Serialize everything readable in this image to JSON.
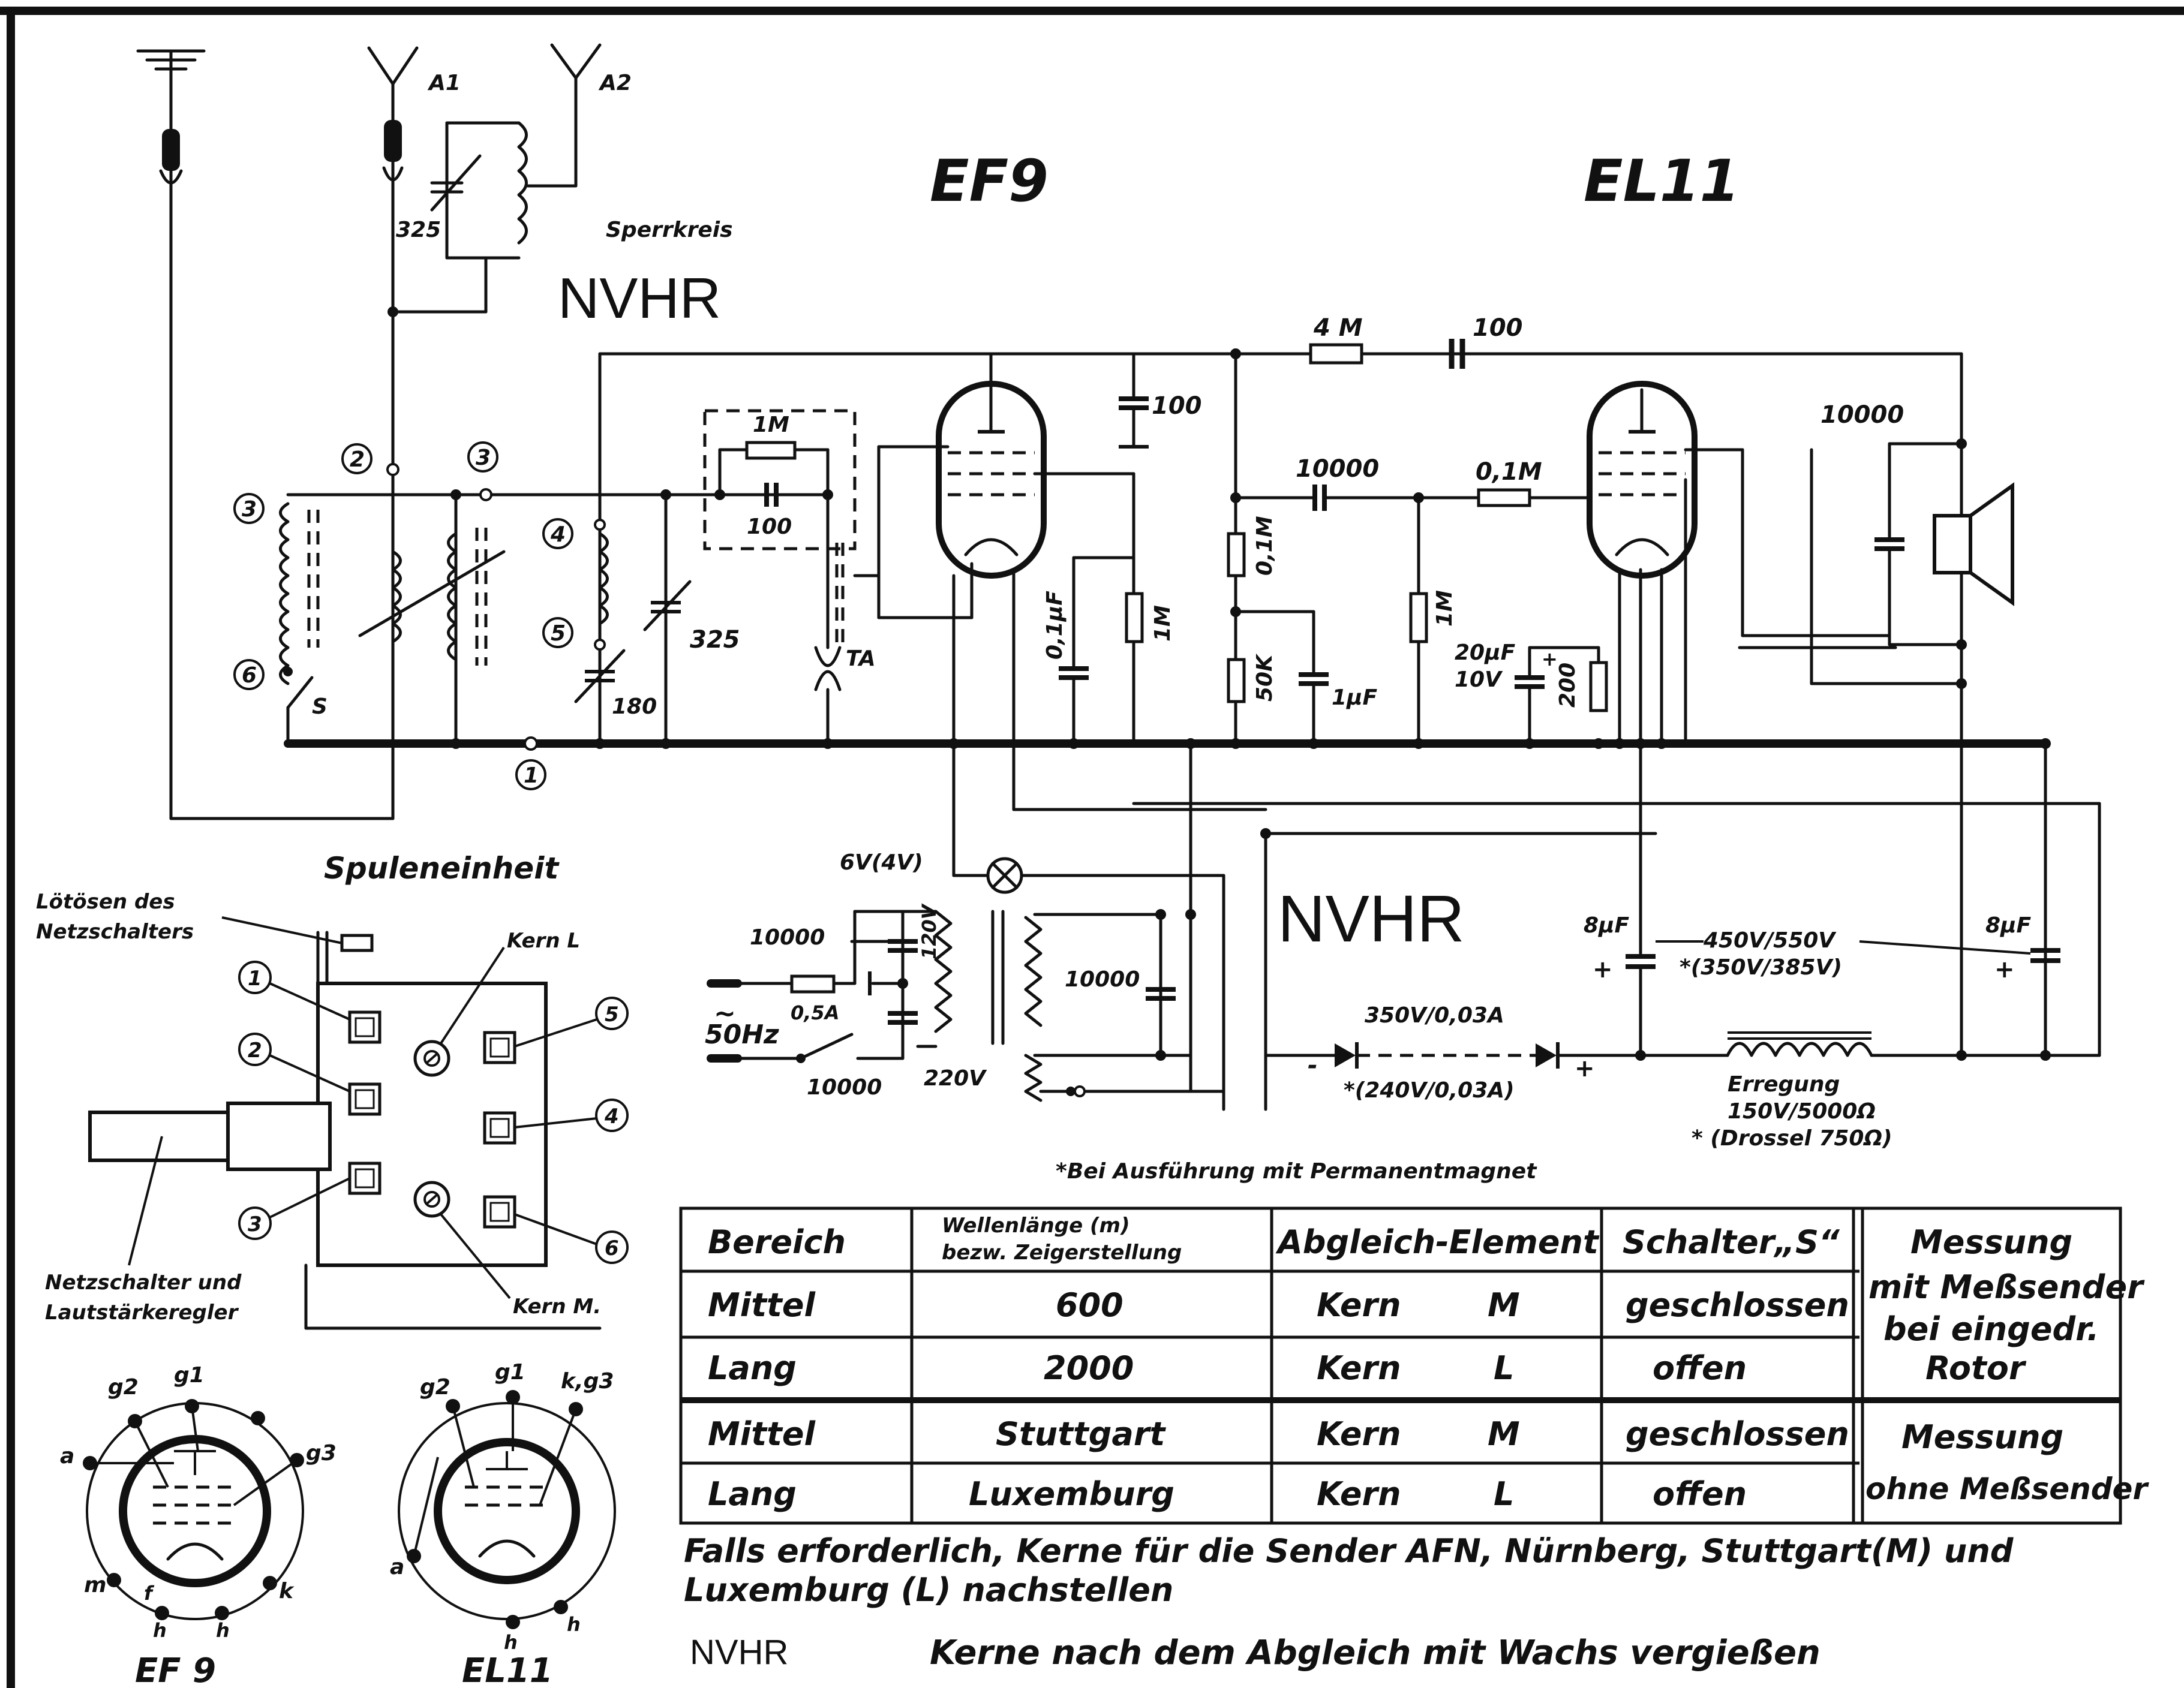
{
  "tubes": {
    "tube1_name": "EF9",
    "tube2_name": "EL11"
  },
  "watermarks": {
    "top": "NVHR",
    "middle": "NVHR"
  },
  "antenna": {
    "a1": "A1",
    "a2": "A2",
    "sperrkreis": "Sperrkreis",
    "cap325": "325"
  },
  "components": {
    "r_4m": "4 M",
    "c_100_top": "100",
    "c_100_ef9": "100",
    "c_10000_coupling": "10000",
    "r_01m_grid": "0,1M",
    "c_10000_speaker": "10000",
    "r_1m_grid": "1M",
    "c_100_grid": "100",
    "c_325_tuning": "325",
    "c_180_trimmer": "180",
    "ta": "TA",
    "s_switch": "S",
    "c_01uf": "0,1µF",
    "r_1m_plate": "1M",
    "r_01m_load": "0,1M",
    "r_50k": "50K",
    "c_1uf": "1µF",
    "r_1m_el11": "1M",
    "c_20uf": "20µF",
    "c_20uf_v": "10V",
    "r_200": "200"
  },
  "terminals": [
    "1",
    "2",
    "3",
    "3",
    "4",
    "5",
    "6"
  ],
  "power": {
    "lamp": "6V(4V)",
    "c_10000_a": "10000",
    "fuse": "0,5A",
    "mains": "50Hz",
    "mains_symbol": "~",
    "c_10000_b": "10000",
    "v120": "120V",
    "v220": "220V",
    "c_10000_sec": "10000",
    "rect_rating": "350V/0,03A",
    "rect_alt": "*(240V/0,03A)",
    "minus": "-",
    "plus": "+",
    "c_8uf_left": "8µF",
    "c_8uf_right": "8µF",
    "cap_rating": "450V/550V",
    "cap_rating_alt": "*(350V/385V)",
    "field_coil": "Erregung",
    "field_rating": "150V/5000Ω",
    "field_alt": "* (Drossel 750Ω)",
    "footnote": "*Bei Ausführung mit Permanentmagnet"
  },
  "coil_unit": {
    "title": "Spuleneinheit",
    "solder_label_1": "Lötösen des",
    "solder_label_2": "Netzschalters",
    "kern_l": "Kern L",
    "kern_m": "Kern M.",
    "switch_label_1": "Netzschalter und",
    "switch_label_2": "Lautstärkeregler",
    "pins": [
      "1",
      "2",
      "3",
      "5",
      "4",
      "6"
    ]
  },
  "sockets": {
    "ef9": {
      "name": "EF 9",
      "pins": [
        "g2",
        "g1",
        "a",
        "g3",
        "m",
        "f",
        "h",
        "h",
        "k"
      ]
    },
    "el11": {
      "name": "EL11",
      "pins": [
        "g2",
        "g1",
        "k,g3",
        "a",
        "h",
        "h"
      ]
    }
  },
  "table": {
    "headers": [
      "Bereich",
      "Wellenlänge (m)",
      "bezw. Zeigerstellung",
      "Abgleich-Element",
      "Schalter„S“"
    ],
    "rows": [
      [
        "Mittel",
        "600",
        "Kern",
        "M",
        "geschlossen"
      ],
      [
        "Lang",
        "2000",
        "Kern",
        "L",
        "offen"
      ],
      [
        "Mittel",
        "Stuttgart",
        "Kern",
        "M",
        "geschlossen"
      ],
      [
        "Lang",
        "Luxemburg",
        "Kern",
        "L",
        "offen"
      ]
    ],
    "measure_with": [
      "Messung",
      "mit Meßsender",
      "bei eingedr.",
      "Rotor"
    ],
    "measure_without": [
      "Messung",
      "ohne Meßsender"
    ]
  },
  "notes": {
    "line1": "Falls erforderlich, Kerne für die Sender AFN, Nürnberg, Stuttgart(M) und",
    "line2": "Luxemburg (L) nachstellen",
    "nvhr": "NVHR",
    "wax": "Kerne nach dem Abgleich mit Wachs vergießen"
  }
}
